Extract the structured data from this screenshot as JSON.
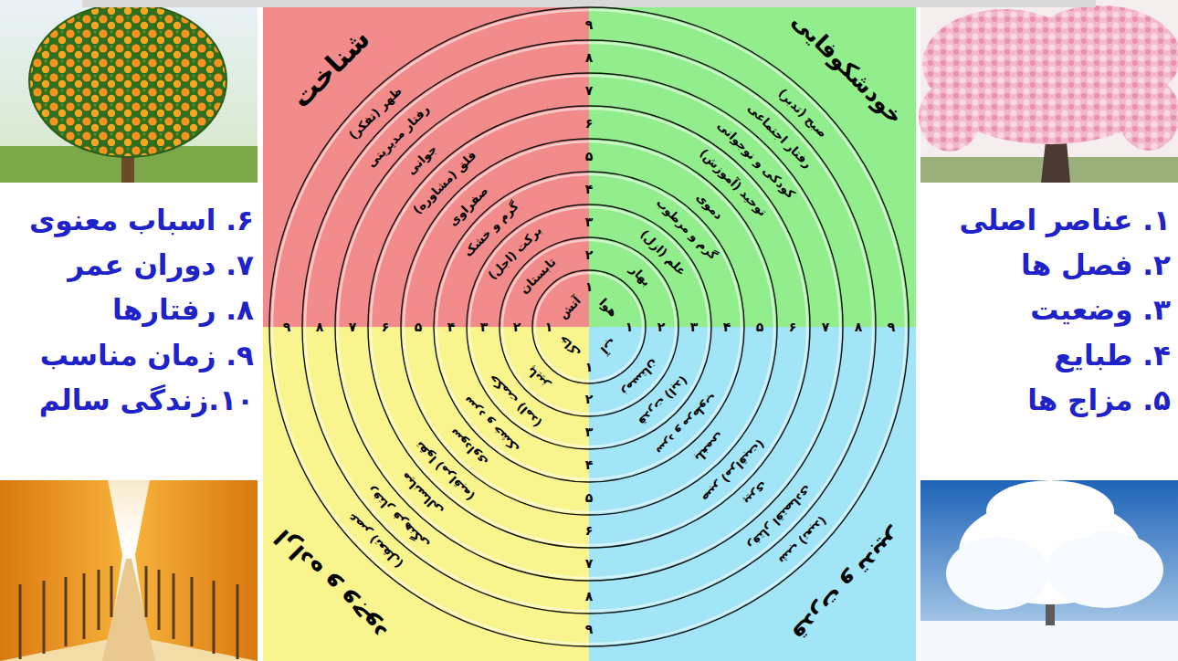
{
  "diagram": {
    "nodes": [
      {
        "text": [
          "خودشکوفایی"
        ]
      },
      {
        "text": [
          "هوا"
        ],
        "in": 0
      },
      {
        "text": [
          "بهار"
        ],
        "in": 0
      },
      {
        "text": [
          "علم (ازل)"
        ],
        "in": 0
      },
      {
        "text": [
          "گرم و مرطوب"
        ],
        "in": 0
      },
      {
        "text": [
          "دموی"
        ],
        "in": 0
      },
      {
        "text": [
          "توحید (آموزش)"
        ],
        "in": 0
      },
      {
        "text": [
          "کودکی و نوجوانی"
        ],
        "in": 0
      },
      {
        "text": [
          "رفتار اجتماعی"
        ],
        "in": 0
      },
      {
        "text": [
          "صبح (تدبر)"
        ],
        "in": 0
      },
      {
        "text": [
          "شناخت"
        ]
      },
      {
        "text": [
          "آتش"
        ],
        "in": 10
      },
      {
        "text": [
          "تابستان"
        ],
        "in": 10
      },
      {
        "text": [
          "برکت (اجل)"
        ],
        "in": 10
      },
      {
        "text": [
          "گرم و خشک"
        ],
        "in": 10
      },
      {
        "text": [
          "صفراوی"
        ],
        "in": 10
      },
      {
        "text": [
          "فلق (مشاوره)"
        ],
        "in": 10
      },
      {
        "text": [
          "جوانی"
        ],
        "in": 10
      },
      {
        "text": [
          "رفتار مدیریتی"
        ],
        "in": 10
      },
      {
        "text": [
          "ظهر (تفکر)"
        ],
        "in": 10
      },
      {
        "text": [
          "اراده و وجود"
        ]
      },
      {
        "text": [
          "خاک"
        ],
        "in": 20
      },
      {
        "text": [
          "پاییز"
        ],
        "in": 20
      },
      {
        "text": [
          "حکمت (امد)"
        ],
        "in": 20
      },
      {
        "text": [
          "سرد و خشک"
        ],
        "in": 20
      },
      {
        "text": [
          "سوداوی"
        ],
        "in": 20
      },
      {
        "text": [
          "تقوا (مراقبه)"
        ],
        "in": 20
      },
      {
        "text": [
          "میانسالی"
        ],
        "in": 20
      },
      {
        "text": [
          "رفتار فرهنگی"
        ],
        "in": 20
      },
      {
        "text": [
          "عصر (تعقل)"
        ],
        "in": 20
      },
      {
        "text": [
          "قدرت و تدبیر"
        ]
      },
      {
        "text": [
          "آب"
        ],
        "in": 30
      },
      {
        "text": [
          "زمستان"
        ],
        "in": 30
      },
      {
        "text": [
          "قدرت (ابد)"
        ],
        "in": 30
      },
      {
        "text": [
          "سرد و مرطوب"
        ],
        "in": 30
      },
      {
        "text": [
          "بلغمی"
        ],
        "in": 30
      },
      {
        "text": [
          "صبر (مراقبت)"
        ],
        "in": 30
      },
      {
        "text": [
          "پیری"
        ],
        "in": 30
      },
      {
        "text": [
          "رفتار اقتصادی"
        ],
        "in": 30
      },
      {
        "text": [
          "شب (تعبد)"
        ],
        "in": 30
      }
    ],
    "labels": [
      "۱. عناصر اصلی",
      "۲. فصل ها",
      "۳. وضعیت",
      "۴. طبایع",
      "۵. مزاج ها",
      "۶. اسباب معنوی",
      "۷. دوران عمر",
      "۸. رفتارها",
      "۹. زمان مناسب",
      "۱۰.زندگی سالم",
      "۹",
      "۸",
      "۷",
      "۶",
      "۵",
      "۴",
      "۳",
      "۲",
      "۱",
      "۹",
      "۸",
      "۷",
      "۶",
      "۵",
      "۴",
      "۳",
      "۲",
      "۱",
      "۱",
      "۲",
      "۳",
      "۴",
      "۵",
      "۶",
      "۷",
      "۸",
      "۹",
      "۱",
      "۲",
      "۳",
      "۴",
      "۵",
      "۶",
      "۷",
      "۸",
      "۹"
    ]
  }
}
